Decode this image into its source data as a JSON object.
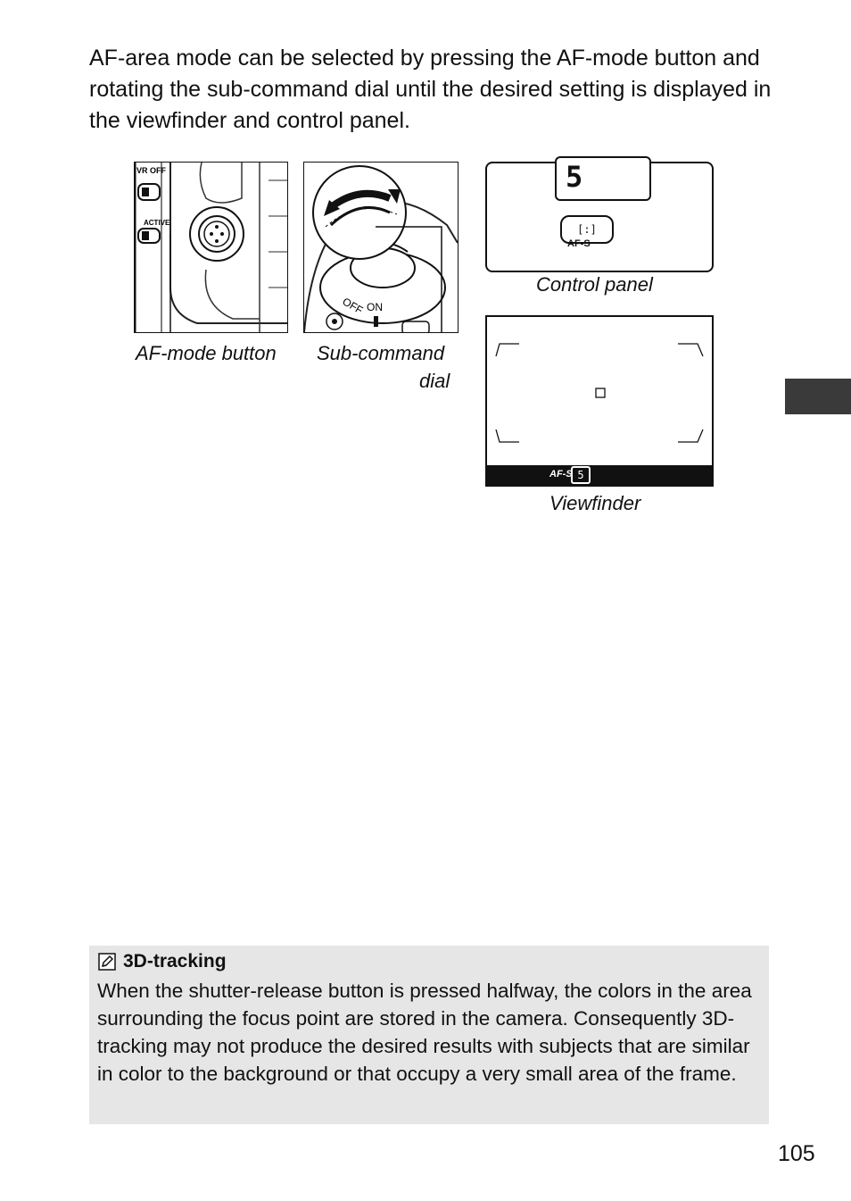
{
  "intro": "AF-area mode can be selected by pressing the AF-mode button and rotating the sub-command dial until the desired setting is displayed in the viewfinder and control panel.",
  "figures": {
    "camera_left": {
      "label_vr_off": "VR OFF",
      "label_active": "ACTIVE"
    },
    "camera_right": {
      "label_off": "OFF",
      "label_on": "ON"
    },
    "control_panel": {
      "display_char": "5",
      "status_text": "AF-S"
    },
    "viewfinder": {
      "status_af": "AF-S",
      "status_box": "5"
    }
  },
  "captions": {
    "af_mode_button": "AF-mode button",
    "sub_command_line1": "Sub-command",
    "sub_command_line2": "dial",
    "control_panel": "Control panel",
    "viewfinder": "Viewfinder"
  },
  "note": {
    "title": "3D-tracking",
    "body": "When the shutter-release button is pressed halfway, the colors in the area surrounding the focus point are stored in the camera. Consequently 3D-tracking may not produce the desired results with subjects that are similar in color to the background or that occupy a very small area of the frame.",
    "icon": "pencil-icon"
  },
  "page_number": "105"
}
